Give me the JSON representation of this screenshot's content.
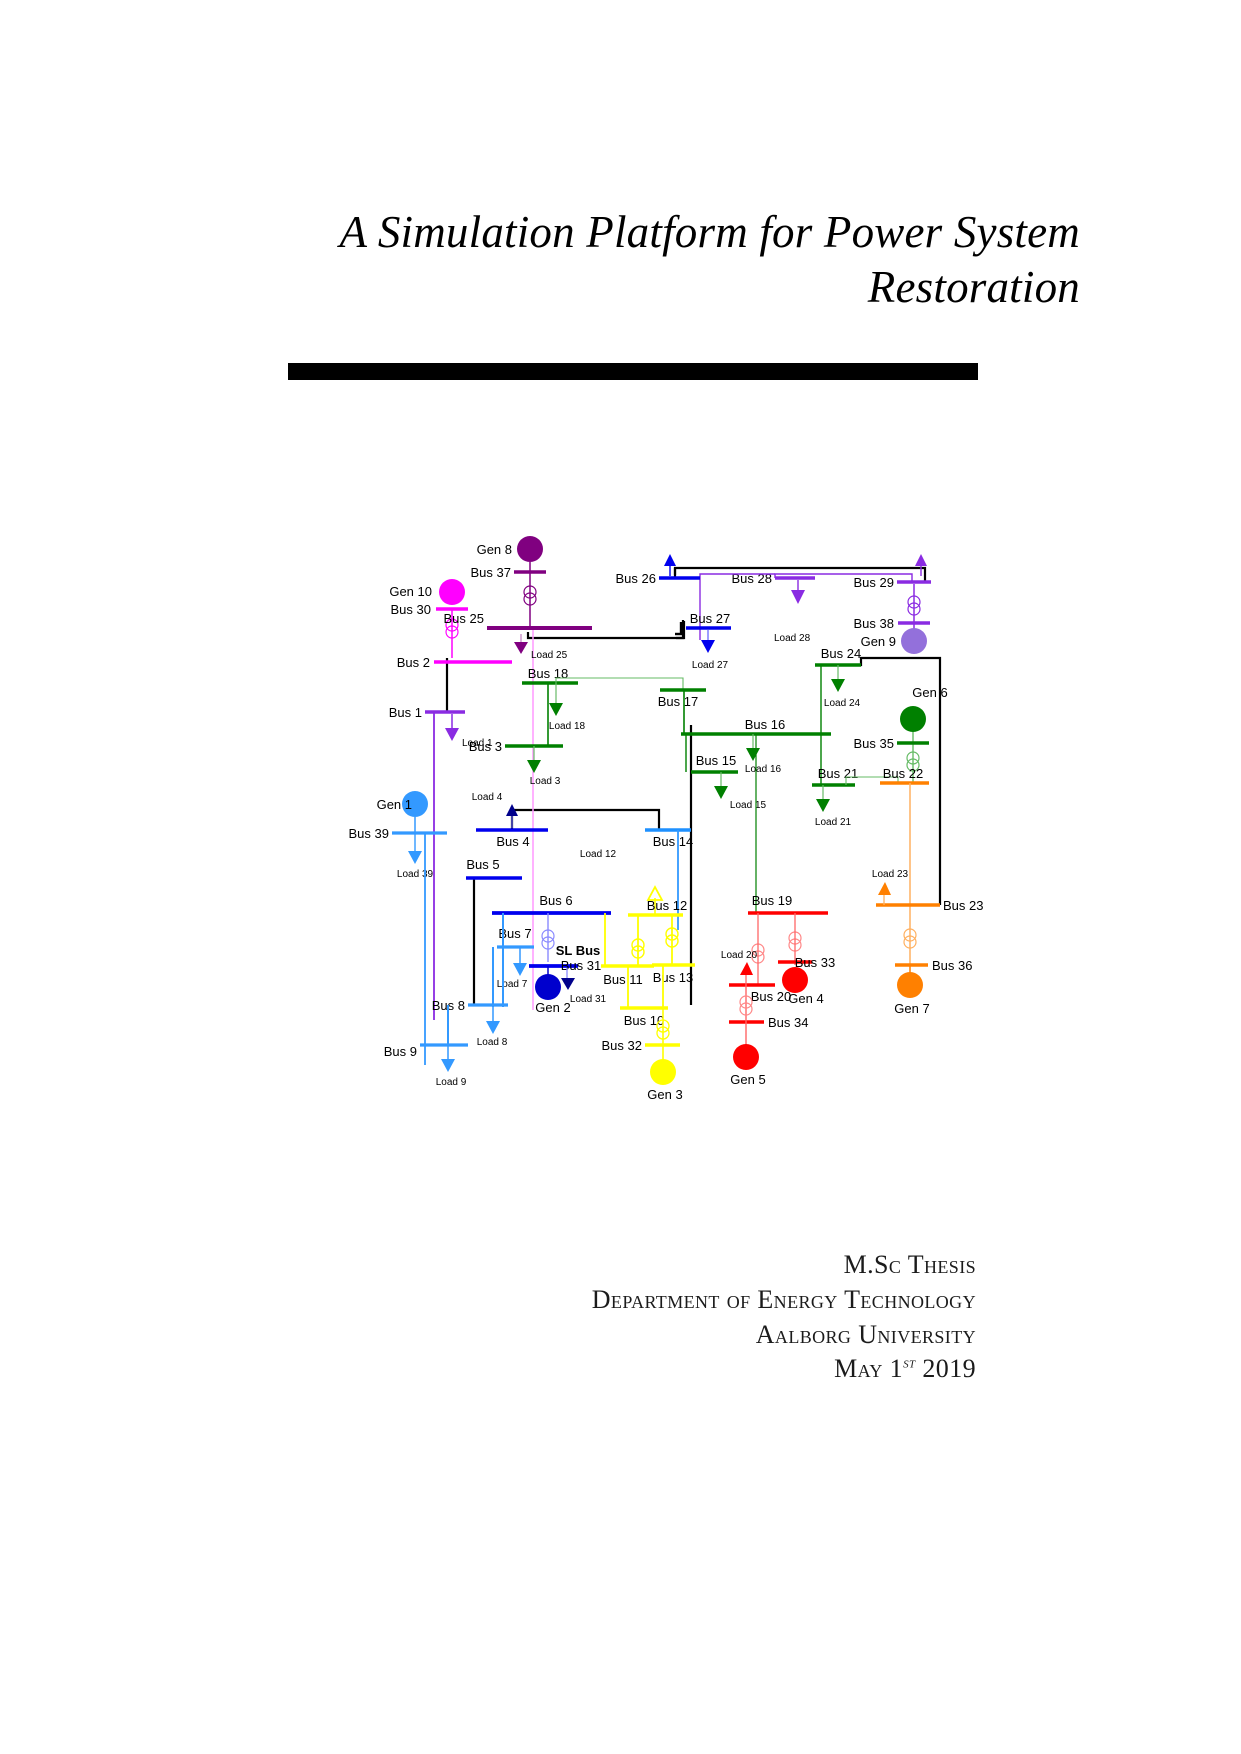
{
  "document": {
    "title_lines": [
      "A Simulation Platform for Power System",
      "Restoration"
    ],
    "footer_lines": [
      "M.Sc Thesis",
      "Department of Energy Technology",
      "Aalborg University"
    ],
    "date_prefix": "May 1",
    "date_ordinal": "st",
    "date_year": "2019"
  },
  "figure": {
    "name": "ieee-39-bus-power-system-diagram",
    "colors": {
      "black": "#000000",
      "magenta": "#ff00ff",
      "purple_dark": "#800080",
      "purple": "#8a2be2",
      "violet": "#7d26cd",
      "blue": "#0000ee",
      "blue_light": "#3399ff",
      "blue_mid": "#1e90ff",
      "green": "#008000",
      "green_light": "#66bb66",
      "yellow": "#ffff00",
      "red": "#ff0000",
      "orange": "#ff8000"
    },
    "buses": [
      {
        "id": "bus-1",
        "label": "Bus 1",
        "color": "#8a2be2"
      },
      {
        "id": "bus-2",
        "label": "Bus 2",
        "color": "#ff00ff"
      },
      {
        "id": "bus-3",
        "label": "Bus 3",
        "color": "#008000"
      },
      {
        "id": "bus-4",
        "label": "Bus 4",
        "color": "#0000ee"
      },
      {
        "id": "bus-5",
        "label": "Bus 5",
        "color": "#0000ee"
      },
      {
        "id": "bus-6",
        "label": "Bus 6",
        "color": "#0000ee"
      },
      {
        "id": "bus-7",
        "label": "Bus 7",
        "color": "#3399ff"
      },
      {
        "id": "bus-8",
        "label": "Bus 8",
        "color": "#3399ff"
      },
      {
        "id": "bus-9",
        "label": "Bus 9",
        "color": "#3399ff"
      },
      {
        "id": "bus-10",
        "label": "Bus 10",
        "color": "#ffff00"
      },
      {
        "id": "bus-11",
        "label": "Bus 11",
        "color": "#ffff00"
      },
      {
        "id": "bus-12",
        "label": "Bus 12",
        "color": "#ffff00"
      },
      {
        "id": "bus-13",
        "label": "Bus 13",
        "color": "#ffff00"
      },
      {
        "id": "bus-14",
        "label": "Bus 14",
        "color": "#1e90ff"
      },
      {
        "id": "bus-15",
        "label": "Bus 15",
        "color": "#008000"
      },
      {
        "id": "bus-16",
        "label": "Bus 16",
        "color": "#008000"
      },
      {
        "id": "bus-17",
        "label": "Bus 17",
        "color": "#008000"
      },
      {
        "id": "bus-18",
        "label": "Bus 18",
        "color": "#008000"
      },
      {
        "id": "bus-19",
        "label": "Bus 19",
        "color": "#ff0000"
      },
      {
        "id": "bus-20",
        "label": "Bus 20",
        "color": "#ff0000"
      },
      {
        "id": "bus-21",
        "label": "Bus 21",
        "color": "#008000"
      },
      {
        "id": "bus-22",
        "label": "Bus 22",
        "color": "#ff8000"
      },
      {
        "id": "bus-23",
        "label": "Bus 23",
        "color": "#ff8000"
      },
      {
        "id": "bus-24",
        "label": "Bus 24",
        "color": "#008000"
      },
      {
        "id": "bus-25",
        "label": "Bus 25",
        "color": "#800080"
      },
      {
        "id": "bus-26",
        "label": "Bus 26",
        "color": "#0000ee"
      },
      {
        "id": "bus-27",
        "label": "Bus 27",
        "color": "#0000ee"
      },
      {
        "id": "bus-28",
        "label": "Bus 28",
        "color": "#8a2be2"
      },
      {
        "id": "bus-29",
        "label": "Bus 29",
        "color": "#8a2be2"
      },
      {
        "id": "bus-30",
        "label": "Bus 30",
        "color": "#ff00ff"
      },
      {
        "id": "bus-31",
        "label": "Bus 31",
        "color": "#0000ee"
      },
      {
        "id": "bus-32",
        "label": "Bus 32",
        "color": "#ffff00"
      },
      {
        "id": "bus-33",
        "label": "Bus 33",
        "color": "#ff0000"
      },
      {
        "id": "bus-34",
        "label": "Bus 34",
        "color": "#ff0000"
      },
      {
        "id": "bus-35",
        "label": "Bus 35",
        "color": "#008000"
      },
      {
        "id": "bus-36",
        "label": "Bus 36",
        "color": "#ff8000"
      },
      {
        "id": "bus-37",
        "label": "Bus 37",
        "color": "#800080"
      },
      {
        "id": "bus-38",
        "label": "Bus 38",
        "color": "#8a2be2"
      },
      {
        "id": "bus-39",
        "label": "Bus 39",
        "color": "#3399ff"
      }
    ],
    "slack_label": "SL Bus",
    "generators": [
      {
        "id": "gen-1",
        "label": "Gen 1",
        "color": "#3399ff"
      },
      {
        "id": "gen-2",
        "label": "Gen 2",
        "color": "#0000cd"
      },
      {
        "id": "gen-3",
        "label": "Gen 3",
        "color": "#ffff00"
      },
      {
        "id": "gen-4",
        "label": "Gen 4",
        "color": "#ff0000"
      },
      {
        "id": "gen-5",
        "label": "Gen 5",
        "color": "#ff0000"
      },
      {
        "id": "gen-6",
        "label": "Gen 6",
        "color": "#008000"
      },
      {
        "id": "gen-7",
        "label": "Gen 7",
        "color": "#ff8000"
      },
      {
        "id": "gen-8",
        "label": "Gen 8",
        "color": "#800080"
      },
      {
        "id": "gen-9",
        "label": "Gen 9",
        "color": "#9370db"
      },
      {
        "id": "gen-10",
        "label": "Gen 10",
        "color": "#ff00ff"
      }
    ],
    "loads": [
      {
        "id": "load-1",
        "label": "Load 1",
        "color": "#8a2be2",
        "dir": "down"
      },
      {
        "id": "load-3",
        "label": "Load 3",
        "color": "#008000",
        "dir": "down"
      },
      {
        "id": "load-4",
        "label": "Load 4",
        "color": "#0000ee",
        "dir": "up"
      },
      {
        "id": "load-7",
        "label": "Load 7",
        "color": "#3399ff",
        "dir": "down"
      },
      {
        "id": "load-8",
        "label": "Load 8",
        "color": "#3399ff",
        "dir": "down"
      },
      {
        "id": "load-9",
        "label": "Load 9",
        "color": "#3399ff",
        "dir": "down"
      },
      {
        "id": "load-12",
        "label": "Load 12",
        "color": "#000000",
        "dir": "none"
      },
      {
        "id": "load-15",
        "label": "Load 15",
        "color": "#008000",
        "dir": "down"
      },
      {
        "id": "load-16",
        "label": "Load 16",
        "color": "#008000",
        "dir": "down"
      },
      {
        "id": "load-18",
        "label": "Load 18",
        "color": "#008000",
        "dir": "down"
      },
      {
        "id": "load-20",
        "label": "Load 20",
        "color": "#ff0000",
        "dir": "up"
      },
      {
        "id": "load-21",
        "label": "Load 21",
        "color": "#008000",
        "dir": "down"
      },
      {
        "id": "load-23",
        "label": "Load 23",
        "color": "#ff8000",
        "dir": "up"
      },
      {
        "id": "load-24",
        "label": "Load 24",
        "color": "#008000",
        "dir": "down"
      },
      {
        "id": "load-25",
        "label": "Load 25",
        "color": "#800080",
        "dir": "down"
      },
      {
        "id": "load-27",
        "label": "Load 27",
        "color": "#0000ee",
        "dir": "down"
      },
      {
        "id": "load-28",
        "label": "Load 28",
        "color": "#8a2be2",
        "dir": "down"
      },
      {
        "id": "load-31",
        "label": "Load 31",
        "color": "#0000ee",
        "dir": "down"
      },
      {
        "id": "load-39",
        "label": "Load 39",
        "color": "#3399ff",
        "dir": "down"
      }
    ]
  }
}
